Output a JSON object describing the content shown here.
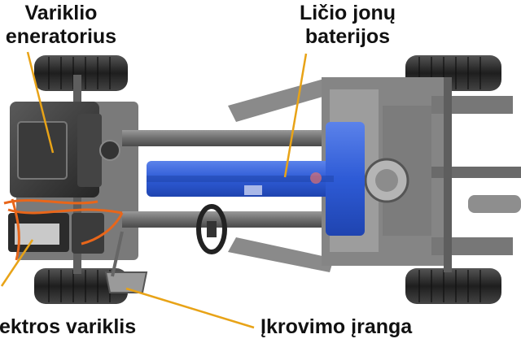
{
  "labels": {
    "engine_generator": {
      "line1": "Variklio",
      "line2": "eneratorius"
    },
    "battery": {
      "line1": "Ličio jonų",
      "line2": "baterijos"
    },
    "electric_motor": "lektros variklis",
    "charging_equipment": "Įkrovimo įranga"
  },
  "colors": {
    "leader_line": "#e8a317",
    "battery": "#2e5bd6",
    "frame": "#6f6f6f",
    "tire": "#2a2a2a",
    "cable": "#e8661a"
  }
}
